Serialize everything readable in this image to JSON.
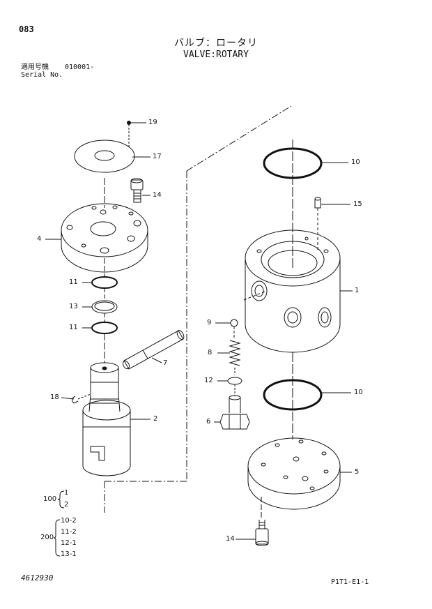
{
  "header": {
    "page_number": "083",
    "title_jp": "バルブ：ロータリ",
    "title_en": "VALVE:ROTARY",
    "serial_label_jp": "適用号機",
    "serial_value": "010001-",
    "serial_label_en": "Serial No."
  },
  "callouts": {
    "c19": "19",
    "c17": "17",
    "c14a": "14",
    "c4": "4",
    "c11a": "11",
    "c13": "13",
    "c11b": "11",
    "c7": "7",
    "c18": "18",
    "c2": "2",
    "c10a": "10",
    "c15": "15",
    "c1": "1",
    "c9": "9",
    "c8": "8",
    "c12": "12",
    "c6": "6",
    "c10b": "10",
    "c5": "5",
    "c14b": "14"
  },
  "kits": {
    "k100": {
      "number": "100",
      "items": [
        "1",
        "2"
      ]
    },
    "k200": {
      "number": "200",
      "items": [
        "10-2",
        "11-2",
        "12-1",
        "13-1"
      ]
    }
  },
  "footer": {
    "doc_number": "4612930",
    "figure_code": "P1T1-E1-1"
  }
}
